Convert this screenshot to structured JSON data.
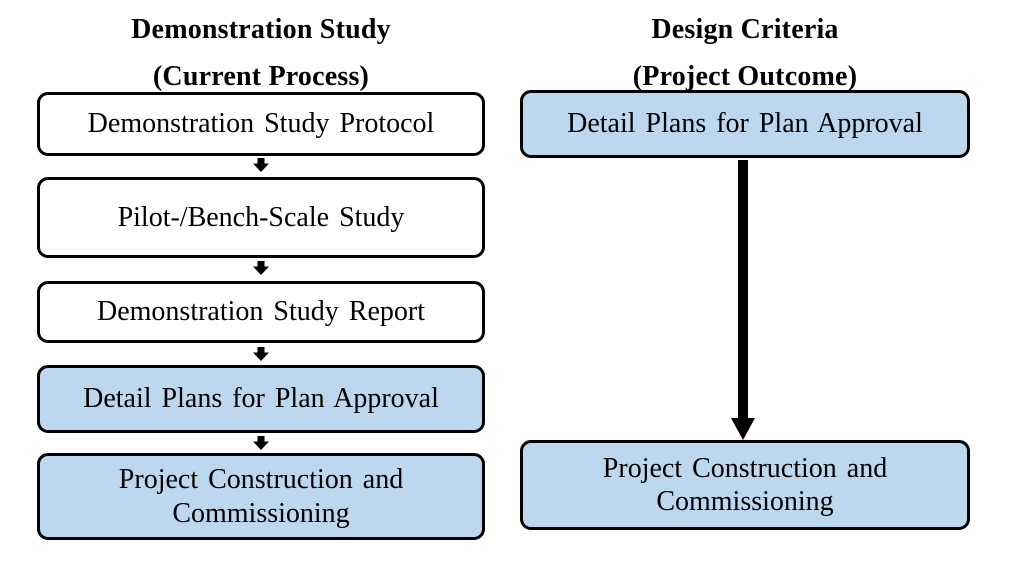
{
  "left_column": {
    "title_line1": "Demonstration Study",
    "title_line2": "(Current Process)",
    "boxes": [
      {
        "label": "Demonstration Study Protocol",
        "variant": "white"
      },
      {
        "label": "Pilot-/Bench-Scale Study",
        "variant": "white"
      },
      {
        "label": "Demonstration Study Report",
        "variant": "white"
      },
      {
        "label": "Detail Plans for Plan Approval",
        "variant": "blue"
      },
      {
        "label": "Project Construction and Commissioning",
        "variant": "blue"
      }
    ]
  },
  "right_column": {
    "title_line1": "Design Criteria",
    "title_line2": "(Project Outcome)",
    "boxes": [
      {
        "label": "Detail Plans for Plan Approval",
        "variant": "blue"
      },
      {
        "label": "Project Construction and Commissioning",
        "variant": "blue"
      }
    ]
  },
  "icons": {
    "small_down_arrow": "down-arrow",
    "long_down_arrow": "down-arrow"
  },
  "colors": {
    "highlight_fill": "#BDD7EE",
    "plain_fill": "#FFFFFF",
    "box_border": "#000000",
    "arrow": "#000000",
    "text": "#000000",
    "background": "#FFFFFF"
  }
}
